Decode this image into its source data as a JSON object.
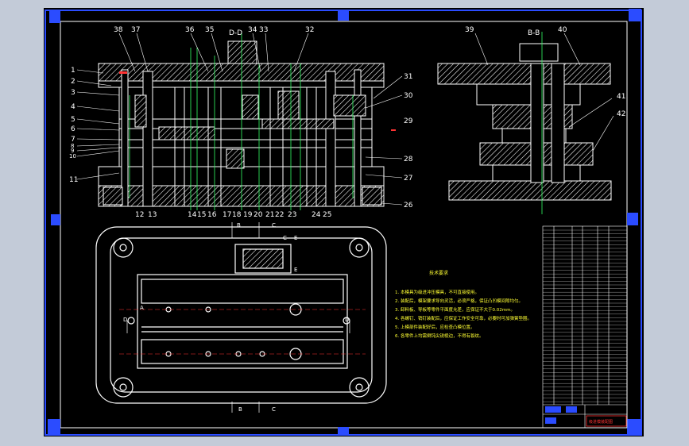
{
  "colors": {
    "background": "#c3cbd8",
    "sheet": "#000000",
    "frame": "#2b4cff",
    "line": "#ffffff",
    "hatch": "#ffffff",
    "center_line": "#33ff66",
    "text": "#ffffff",
    "notes": "#ffff33",
    "title_red": "#ff3333"
  },
  "section_labels": {
    "main_view": "D-D",
    "side_view": "B-B"
  },
  "main_view_callouts_top": [
    "38",
    "37",
    "36",
    "35",
    "34",
    "33",
    "32"
  ],
  "main_view_callouts_left": [
    "1",
    "2",
    "3",
    "4",
    "5",
    "6",
    "7",
    "8",
    "9",
    "10",
    "11"
  ],
  "main_view_callouts_right": [
    "31",
    "30",
    "29",
    "28",
    "27",
    "26"
  ],
  "main_view_callouts_bottom": [
    "12",
    "13",
    "14",
    "15",
    "16",
    "17",
    "18",
    "19",
    "20",
    "21",
    "22",
    "23",
    "24",
    "25"
  ],
  "side_view_callouts": [
    "39",
    "40",
    "41",
    "42"
  ],
  "plan_view_section_marks": {
    "top_b": "B",
    "top_c": "C",
    "bottom_b": "B",
    "bottom_c": "C",
    "left_d": "D",
    "right_d": "D",
    "left_a": "A",
    "small_e_top": "E",
    "small_e_bottom": "E",
    "c_mark": "C"
  },
  "technical_requirements": {
    "title": "技术要求",
    "items": [
      "1. 本模具为级进冲压模具，不可直接使用。",
      "2. 装配后，模架要求导向灵活，必须严格，保证凸凹模间隙均匀。",
      "3. 卸料板、导板等零件平面度允差，应保证不大于0.02mm。",
      "4. 各螺钉、销钉装配后，应保证工作安全可靠，必要时可加弹簧垫圈。",
      "5. 上模部件装配好后，应检查凸模位置。",
      "6. 各零件上均需倒钝尖锐棱边，不得有裂纹。"
    ]
  },
  "title_block": {
    "red_label": "级进模装配图"
  }
}
